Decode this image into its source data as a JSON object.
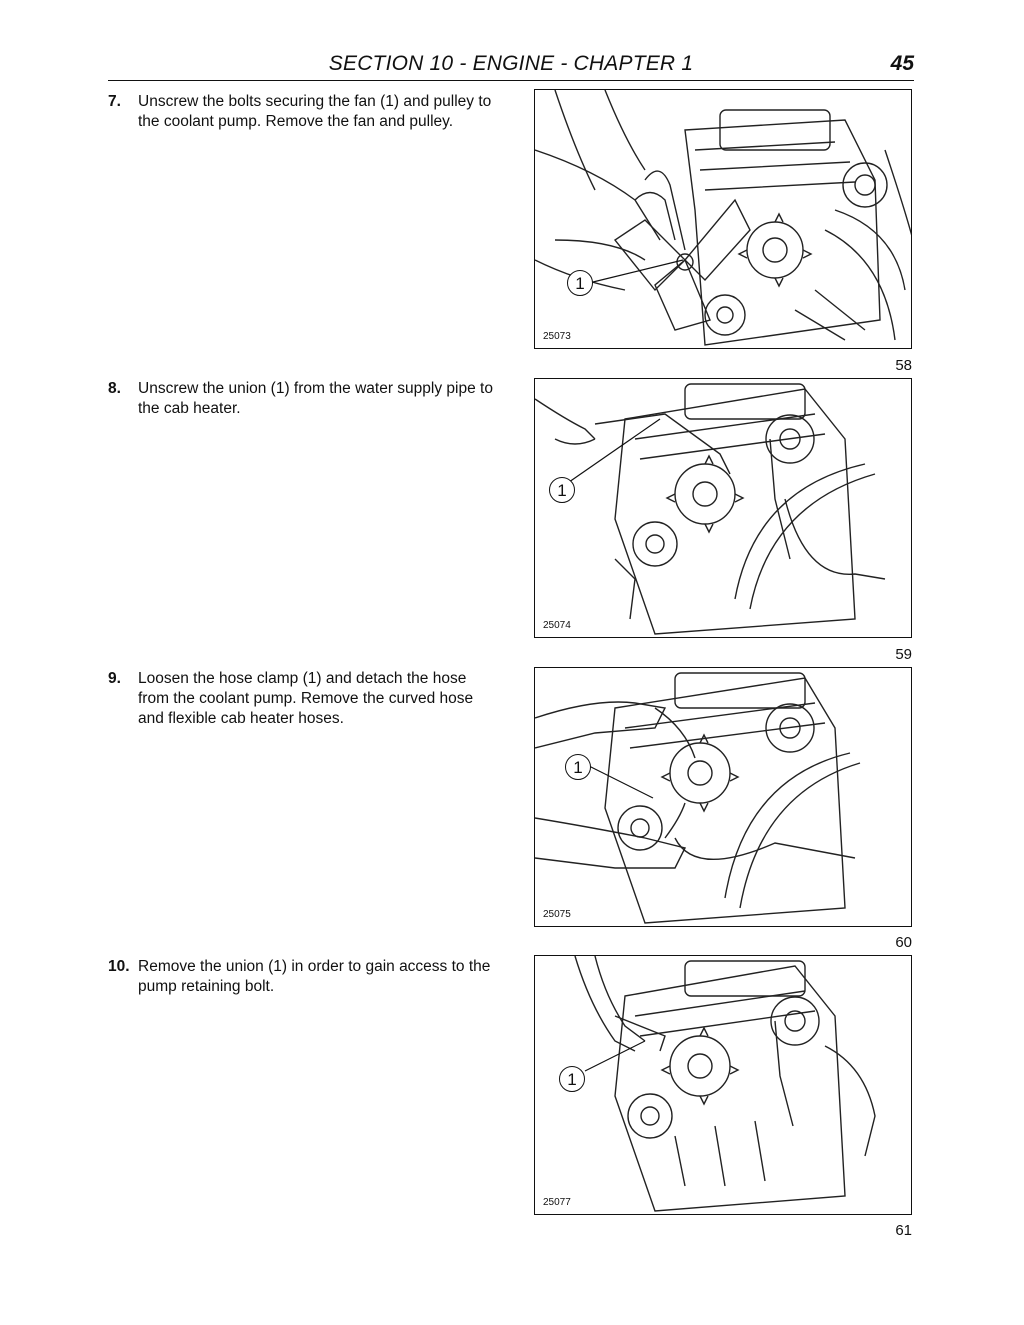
{
  "header": {
    "section": "SECTION 10 - ENGINE - CHAPTER 1",
    "page_number": "45"
  },
  "steps": [
    {
      "number": "7.",
      "text": "Unscrew the bolts securing the fan (1) and pulley to the coolant pump. Remove the fan and pulley."
    },
    {
      "number": "8.",
      "text": "Unscrew the union (1) from the water supply pipe to the cab heater."
    },
    {
      "number": "9.",
      "text": "Loosen the hose clamp (1) and detach the hose from the coolant pump. Remove the curved hose and flexible cab heater hoses."
    },
    {
      "number": "10.",
      "text": "Remove the union (1) in order to gain access to the pump retaining bolt."
    }
  ],
  "figures": [
    {
      "code": "25073",
      "number": "58",
      "callout": "1"
    },
    {
      "code": "25074",
      "number": "59",
      "callout": "1"
    },
    {
      "code": "25075",
      "number": "60",
      "callout": "1"
    },
    {
      "code": "25077",
      "number": "61",
      "callout": "1"
    }
  ]
}
